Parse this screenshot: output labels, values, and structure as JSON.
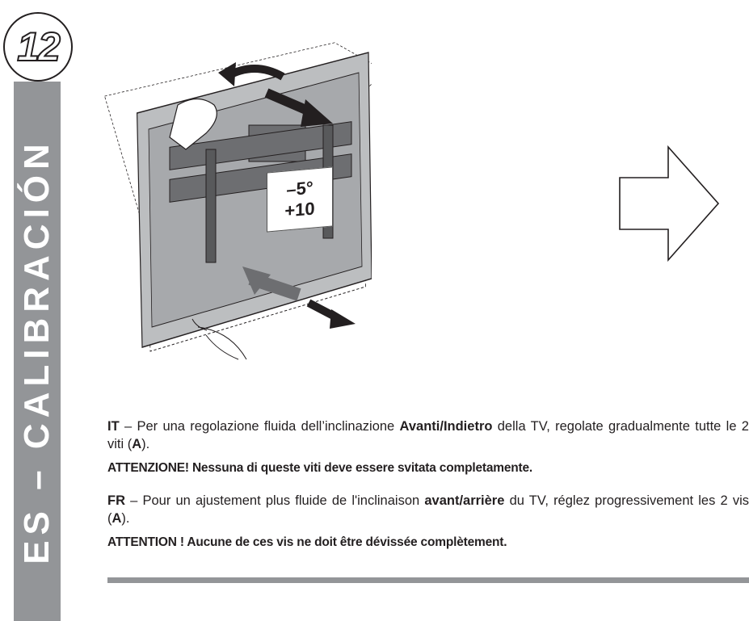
{
  "sidebar": {
    "step_number": "12",
    "title": "ES – CALIBRACIÓN"
  },
  "illustration": {
    "label_line1": "–5°",
    "label_line2": "+10"
  },
  "icons": {
    "right_arrow": "outline-right-arrow-icon"
  },
  "instructions": {
    "it": {
      "code": "IT",
      "dash": " – ",
      "text1": "Per una regolazione fluida dell’inclinazione ",
      "bold1": "Avanti/Indietro",
      "text2": " della TV, regolate gradualmente tutte le 2 viti (",
      "bold2": "A",
      "text3": ").",
      "warning": "ATTENZIONE! Nessuna di queste viti deve essere svitata completamente."
    },
    "fr": {
      "code": "FR",
      "dash": " – ",
      "text1": "Pour un ajustement plus fluide de l'inclinaison ",
      "bold1": "avant/arrière",
      "text2": " du TV, réglez progressivement les 2 vis (",
      "bold2": "A",
      "text3": ").",
      "warning": "ATTENTION ! Aucune de ces vis ne doit être dévissée complètement."
    }
  },
  "colors": {
    "bar_grey": "#939598",
    "ink": "#231f20",
    "tv_frame": "#bcbec0",
    "tv_screen": "#a7a9ac",
    "bracket": "#6d6e71"
  }
}
